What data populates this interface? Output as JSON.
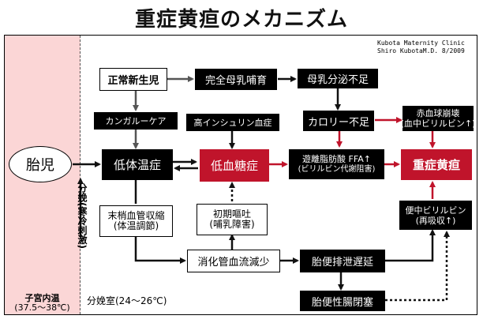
{
  "title": "重症黄疸のメカニズム",
  "credit": {
    "line1": "Kubota Maternity Clinic",
    "line2": "Shiro KubotaM.D. 8/2009"
  },
  "uterus": {
    "fetus": "胎児",
    "temp_label": "子宮内温",
    "temp_range": "(37.5～38℃)"
  },
  "delivery": "分娩(寒冷刺激)",
  "room": "分娩室(24～26℃)",
  "nodes": {
    "newborn": "正常新生児",
    "breastfeeding": "完全母乳哺育",
    "milk_shortage": "母乳分泌不足",
    "kangaroo": "カンガルーケア",
    "hyperinsulin": "高インシュリン血症",
    "calorie": "カロリー不足",
    "hemolysis_l1": "赤血球崩壊",
    "hemolysis_l2": "(血中ビリルビン↑)",
    "hypothermia": "低体温症",
    "hypoglycemia": "低血糖症",
    "ffa_l1": "遊離脂肪酸 FFA↑",
    "ffa_l2": "(ビリルビン代謝阻害)",
    "jaundice": "重症黄疸",
    "vasoconstriction_l1": "末梢血管収縮",
    "vasoconstriction_l2": "(体温調節)",
    "vomiting_l1": "初期嘔吐",
    "vomiting_l2": "(哺乳障害)",
    "stool_bili_l1": "便中ビリルビン",
    "stool_bili_l2": "(再吸収↑)",
    "gut_flow": "消化管血流減少",
    "stool_delay": "胎便排泄遅延",
    "meconium_ileus": "胎便性腸閉塞"
  }
}
